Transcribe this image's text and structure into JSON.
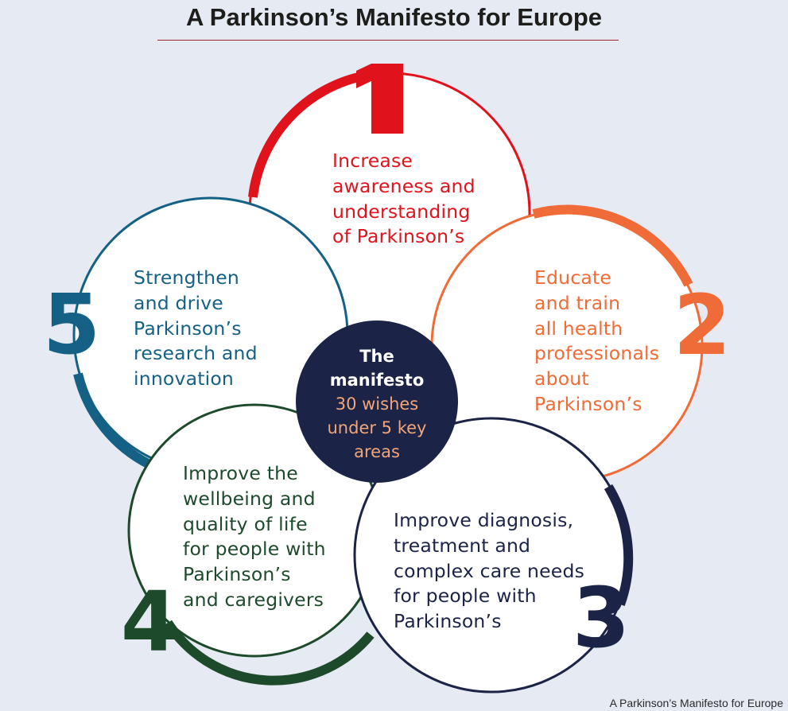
{
  "title": "A Parkinson’s Manifesto for Europe",
  "center": {
    "heading_line1": "The",
    "heading_line2": "manifesto",
    "subtext_line1": "30 wishes",
    "subtext_line2": "under 5 key",
    "subtext_line3": "areas"
  },
  "areas": [
    {
      "number": "1",
      "color": "#e0131d",
      "lines": [
        "Increase",
        "awareness and",
        "understanding",
        "of Parkinson’s"
      ]
    },
    {
      "number": "2",
      "color": "#ef6b37",
      "lines": [
        "Educate",
        "and train",
        "all health",
        "professionals",
        "about",
        "Parkinson’s"
      ]
    },
    {
      "number": "3",
      "color": "#1b2447",
      "lines": [
        "Improve diagnosis,",
        "treatment and",
        "complex care needs",
        "for people with",
        "Parkinson’s"
      ]
    },
    {
      "number": "4",
      "color": "#1e4a2c",
      "lines": [
        "Improve the",
        "wellbeing and",
        "quality of life",
        "for people with",
        "Parkinson’s",
        "and caregivers"
      ]
    },
    {
      "number": "5",
      "color": "#156185",
      "lines": [
        "Strengthen",
        "and drive",
        "Parkinson’s",
        "research and",
        "innovation"
      ]
    }
  ],
  "caption": "A Parkinson’s Manifesto for Europe"
}
